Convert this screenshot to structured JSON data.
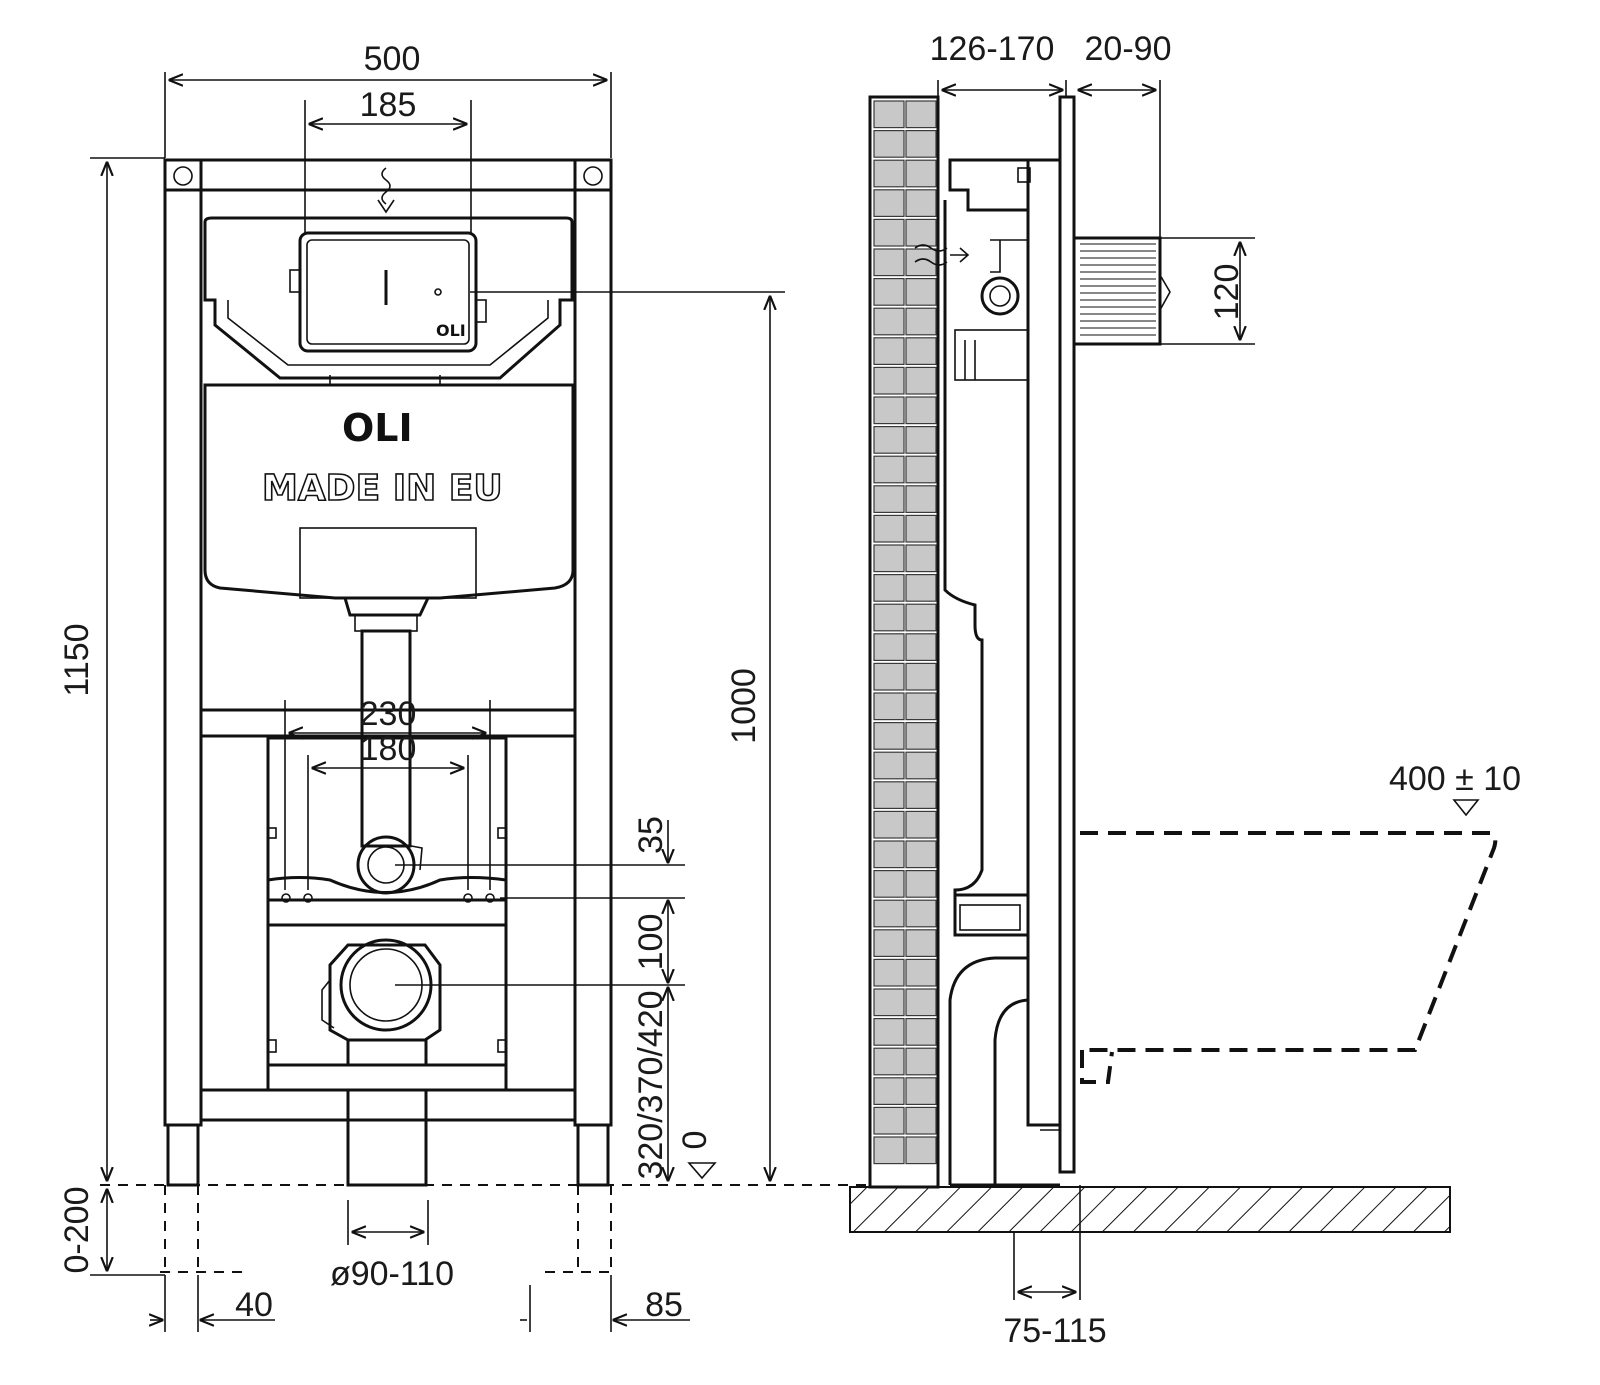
{
  "front_view": {
    "dim_width_total": "500",
    "dim_flush_plate": "185",
    "dim_height_total": "1150",
    "dim_actuator_height": "1000",
    "dim_fixing_outer": "230",
    "dim_fixing_inner": "180",
    "dim_inlet_offset": "35",
    "dim_drain_offset": "100",
    "dim_drain_height": "320/370/420",
    "dim_floor_level": "0",
    "dim_leg_extension": "0-200",
    "dim_drain_diameter": "ø90-110",
    "dim_foot_left": "40",
    "dim_foot_right": "85",
    "brand_logo": "OLI",
    "plate_logo": "OLI",
    "made_in": "MADE IN EU"
  },
  "side_view": {
    "dim_wall_depth": "126-170",
    "dim_wall_finish": "20-90",
    "dim_plate_height": "120",
    "dim_seat_height": "400 ± 10",
    "dim_drain_depth": "75-115"
  },
  "colors": {
    "line": "#111111",
    "tile": "#c8c8c8",
    "tile_border": "#3a3a3a",
    "background": "#ffffff"
  }
}
